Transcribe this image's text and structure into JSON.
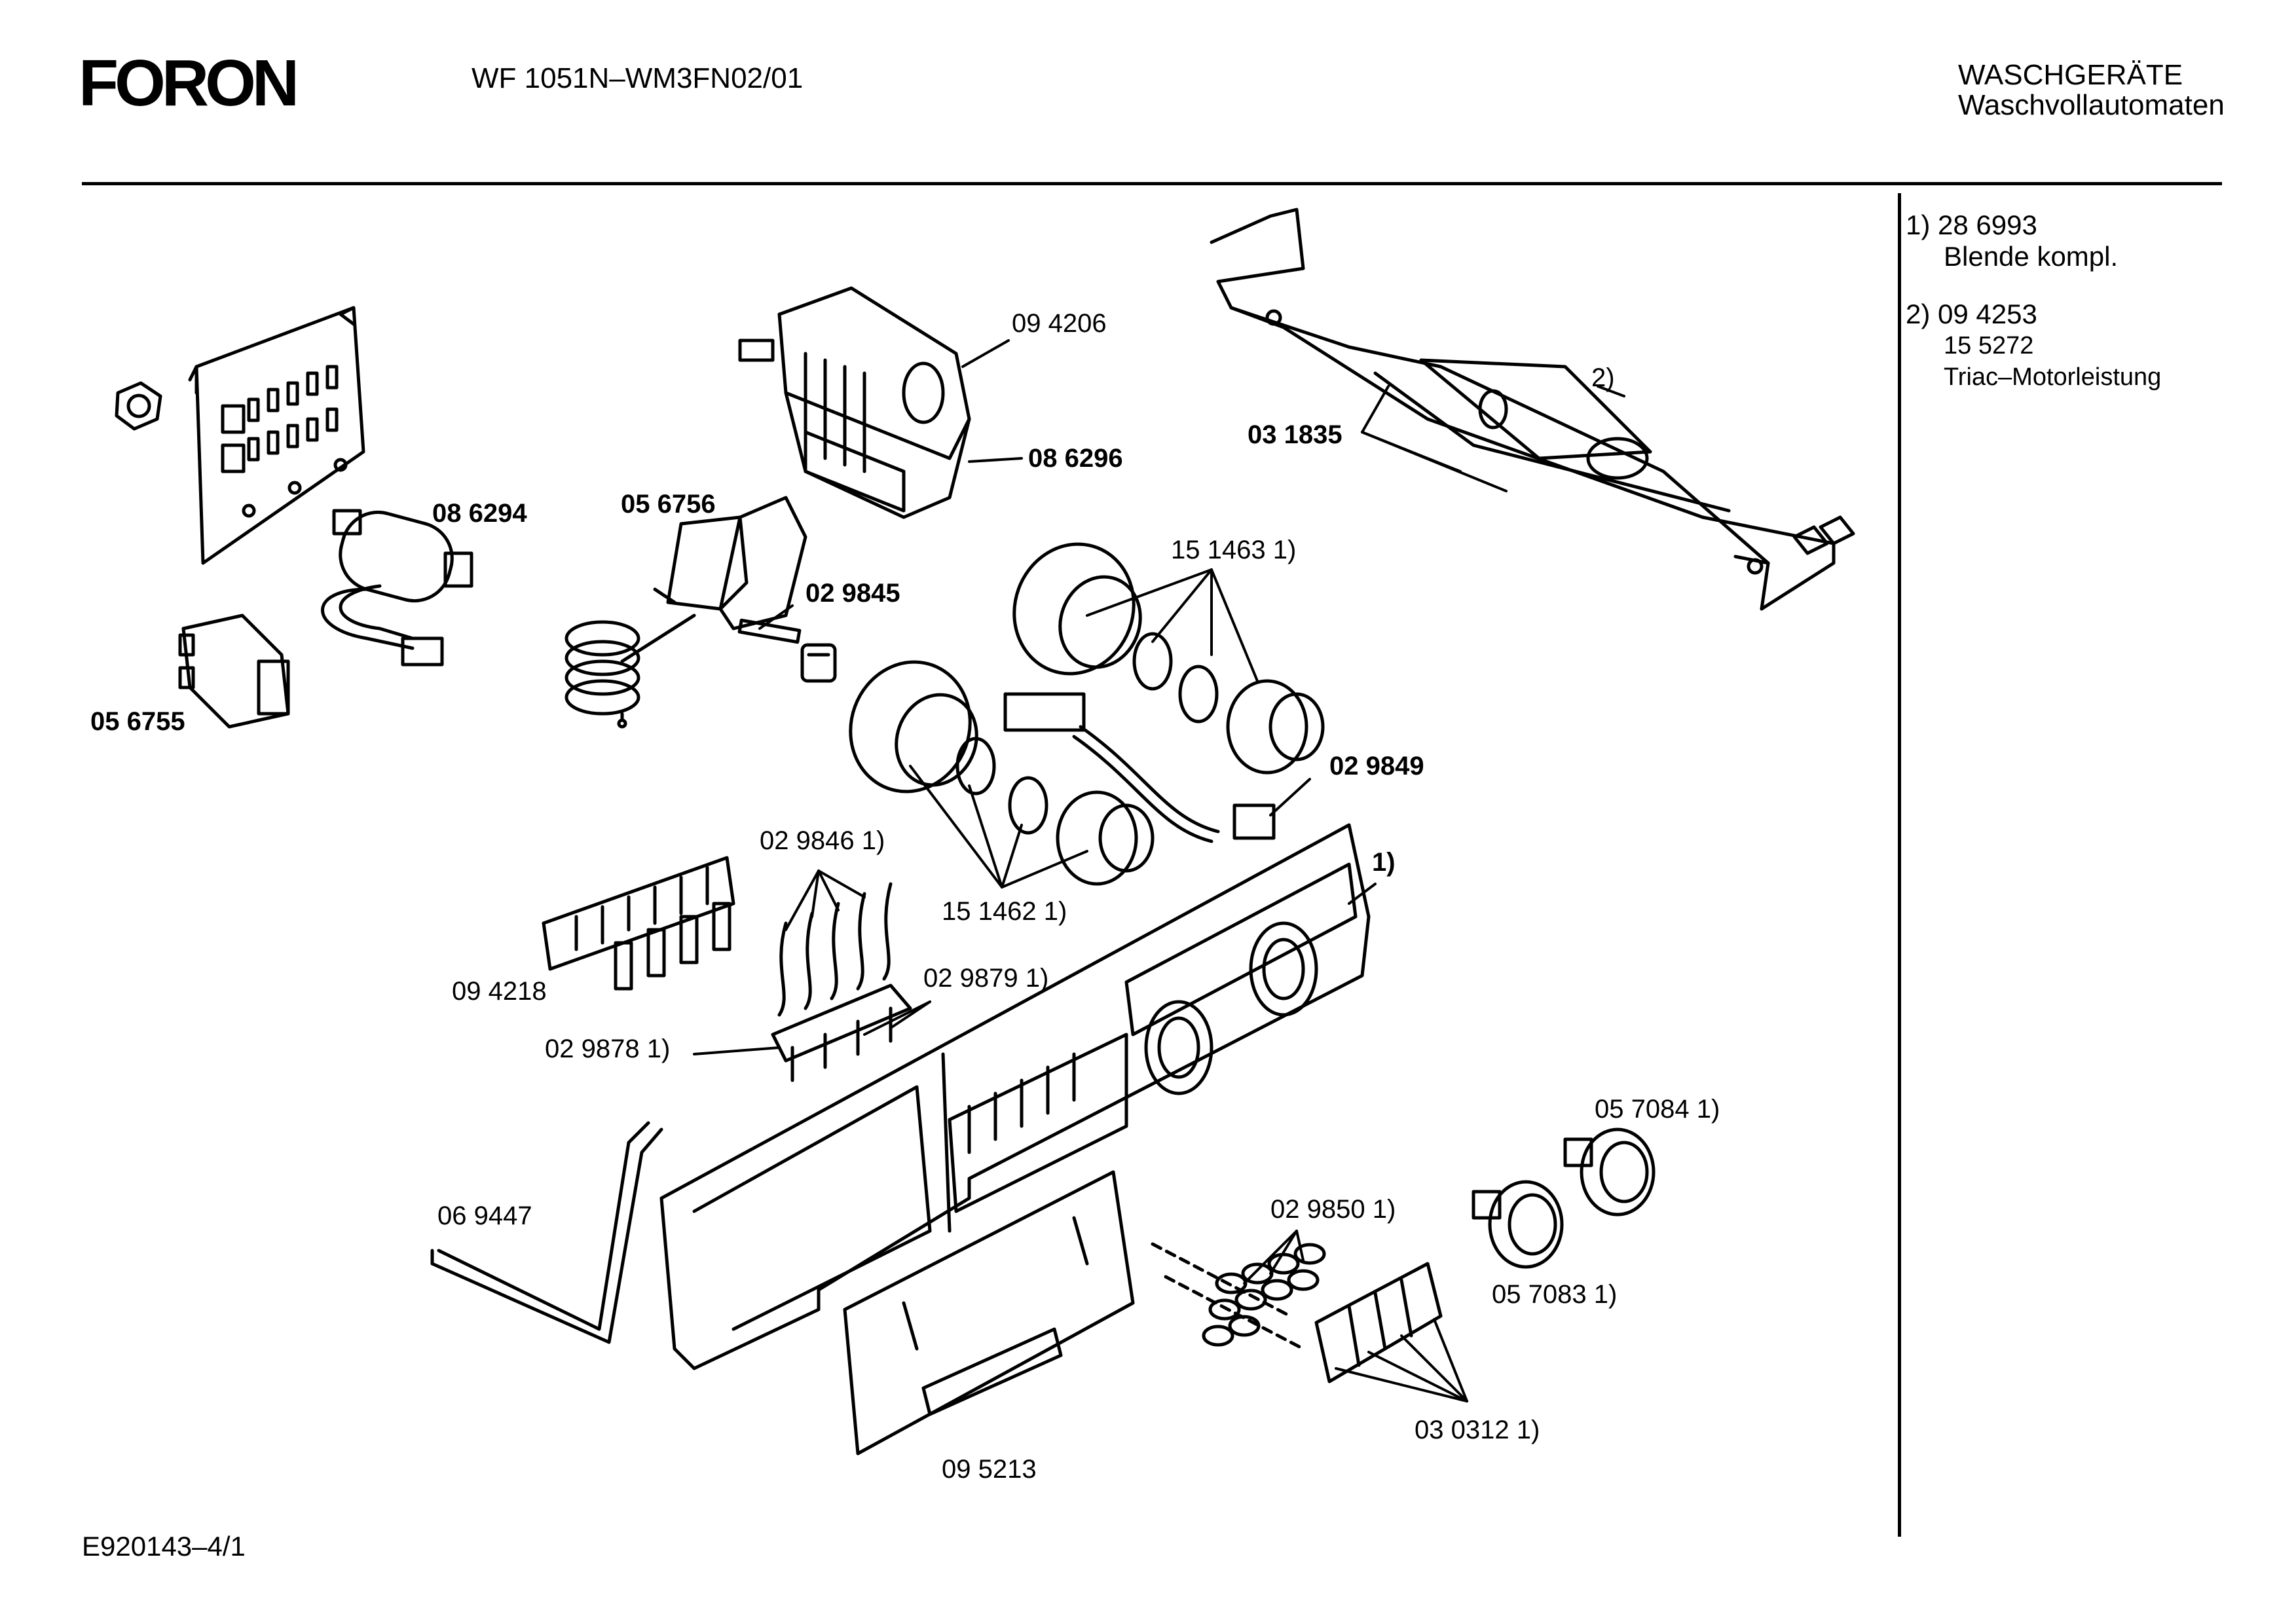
{
  "header": {
    "brand": "FORON",
    "model": "WF 1051N–WM3FN02/01",
    "category_line1": "WASCHGERÄTE",
    "category_line2": "Waschvollautomaten"
  },
  "legend": [
    {
      "marker": "1)",
      "number": "28 6993",
      "text": "Blende kompl."
    },
    {
      "marker": "2)",
      "number": "09 4253",
      "sub": "15 5272",
      "text": "Triac–Motorleistung"
    }
  ],
  "labels": {
    "p094206": "09 4206",
    "p086296": "08 6296",
    "p086294": "08 6294",
    "p056756": "05 6756",
    "p029845": "02 9845",
    "p056755": "05 6755",
    "p031835": "03 1835",
    "m2": "2)",
    "p1514631": "15 1463 1)",
    "p029849": "02 9849",
    "p1514621": "15 1462 1)",
    "m1": "1)",
    "p0298461": "02 9846 1)",
    "p094218": "09 4218",
    "p0298791": "02 9879 1)",
    "p0298781": "02 9878 1)",
    "p069447": "06 9447",
    "p0570841": "05 7084 1)",
    "p0298501": "02 9850 1)",
    "p0570831": "05 7083 1)",
    "p0303121": "03 0312 1)",
    "p095213": "09 5213"
  },
  "footer": {
    "code": "E920143–4/1"
  }
}
